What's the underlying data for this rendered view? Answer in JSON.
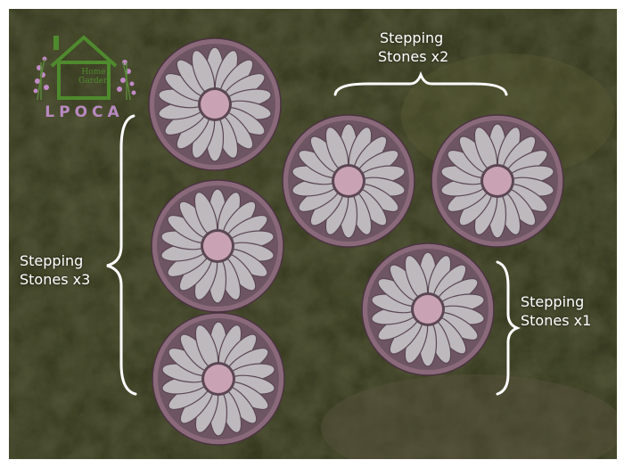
{
  "logo": {
    "icon": "house-with-lavender-icon",
    "line1": "Home",
    "line2": "Garden",
    "brand": "LPOCA"
  },
  "labels": [
    {
      "line1": "Stepping",
      "line2": "Stones x2"
    },
    {
      "line1": "Stepping",
      "line2": "Stones x3"
    },
    {
      "line1": "Stepping",
      "line2": "Stones x1"
    }
  ],
  "colors": {
    "grass": "#4a4f2a",
    "stone_rim": "#8a6a7a",
    "petal": "#bdb9bd",
    "center": "#c9a3b3",
    "label": "#ffffff",
    "logo_green": "#4f8a2e",
    "logo_purple": "#b78ac0"
  }
}
